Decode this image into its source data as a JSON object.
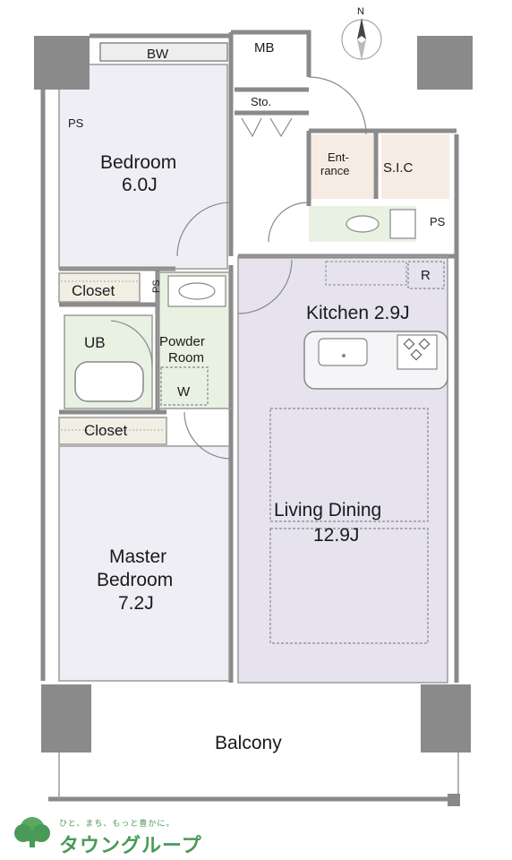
{
  "compass": {
    "north": "N"
  },
  "rooms": {
    "bedroom": {
      "name": "Bedroom",
      "size": "6.0J"
    },
    "master_bedroom": {
      "name": "Master",
      "name2": "Bedroom",
      "size": "7.2J"
    },
    "living_dining": {
      "name": "Living Dining",
      "size": "12.9J"
    },
    "kitchen": {
      "name": "Kitchen 2.9J"
    },
    "balcony": {
      "name": "Balcony"
    },
    "entrance": {
      "line1": "Ent-",
      "line2": "rance"
    },
    "sic": {
      "name": "S.I.C"
    },
    "ub": {
      "name": "UB"
    },
    "powder_room": {
      "line1": "Powder",
      "line2": "Room"
    }
  },
  "labels": {
    "bw": "BW",
    "mb": "MB",
    "sto": "Sto.",
    "ps_top": "PS",
    "ps_right": "PS",
    "ps_mid": "PS",
    "closet_top": "Closet",
    "closet_bottom": "Closet",
    "washer": "W",
    "refrigerator": "R"
  },
  "logo": {
    "tagline": "ひと、まち、もっと豊かに。",
    "brand": "タウングループ"
  },
  "colors": {
    "wall": "#8a8a8a",
    "bedroom_fill": "#f0eef5",
    "wet_fill": "#e9f1e3",
    "floor_fill": "#e6e3ef",
    "entrance_fill": "#f7ece3",
    "brand_green": "#4a9a57"
  }
}
